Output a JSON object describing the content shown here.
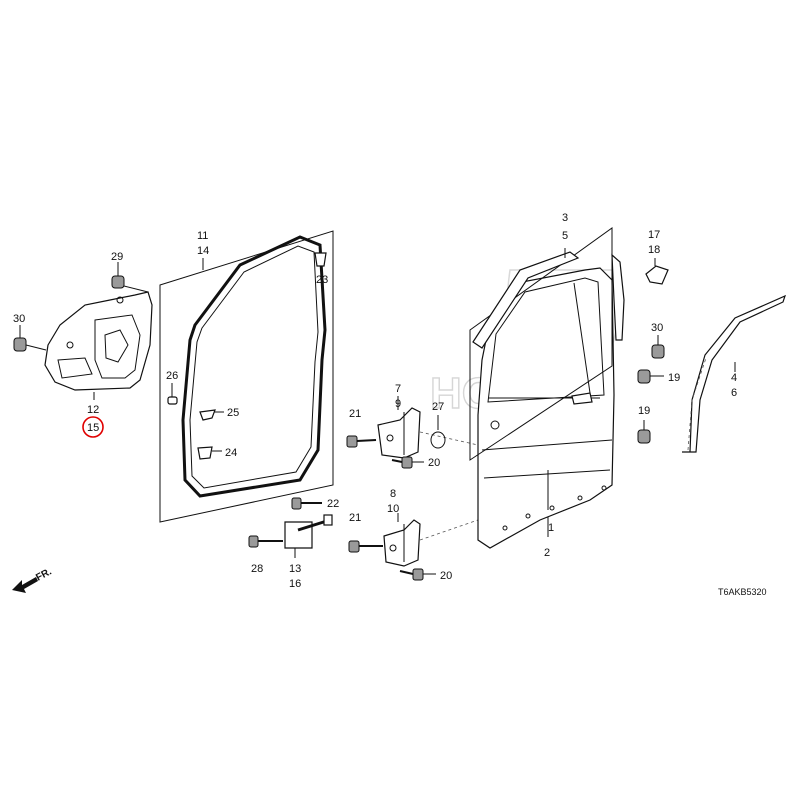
{
  "callouts": {
    "c1": "1",
    "c2": "2",
    "c3": "3",
    "c4": "4",
    "c5": "5",
    "c6": "6",
    "c7": "7",
    "c8": "8",
    "c9": "9",
    "c10": "10",
    "c11": "11",
    "c12": "12",
    "c13": "13",
    "c14": "14",
    "c15": "15",
    "c16": "16",
    "c17": "17",
    "c18": "18",
    "c19a": "19",
    "c19b": "19",
    "c20a": "20",
    "c20b": "20",
    "c21a": "21",
    "c21b": "21",
    "c22": "22",
    "c23": "23",
    "c24": "24",
    "c25": "25",
    "c26": "26",
    "c27": "27",
    "c28": "28",
    "c29": "29",
    "c30a": "30",
    "c30b": "30"
  },
  "direction_label": "FR.",
  "diagram_code": "T6AKB5320",
  "watermark": "HONDA",
  "highlight_color": "#e00000",
  "highlighted_callout": "15"
}
